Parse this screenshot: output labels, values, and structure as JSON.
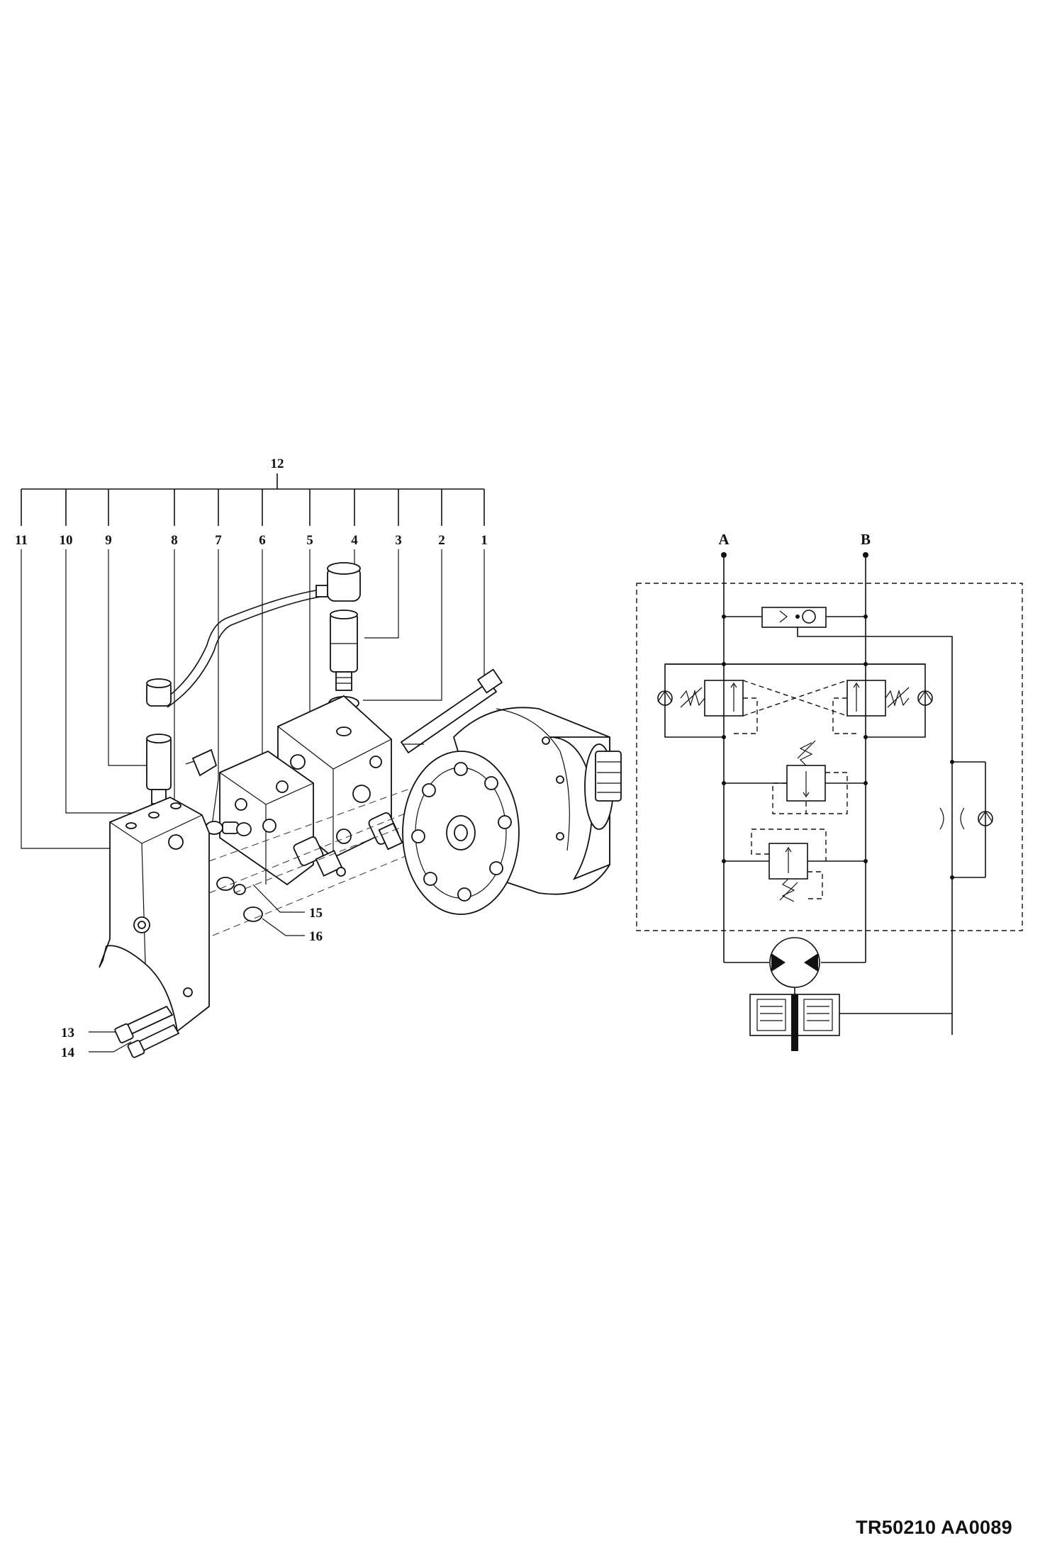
{
  "document_code": "TR50210 AA0089",
  "exploded_view": {
    "group_callout": "12",
    "top_callouts": [
      "11",
      "10",
      "9",
      "8",
      "7",
      "6",
      "5",
      "4",
      "3",
      "2",
      "1"
    ],
    "side_callouts": [
      "15",
      "16"
    ],
    "bottom_callouts": [
      "13",
      "14"
    ]
  },
  "schematic": {
    "port_a": "A",
    "port_b": "B"
  },
  "colors": {
    "ink": "#111111",
    "paper": "#ffffff"
  }
}
